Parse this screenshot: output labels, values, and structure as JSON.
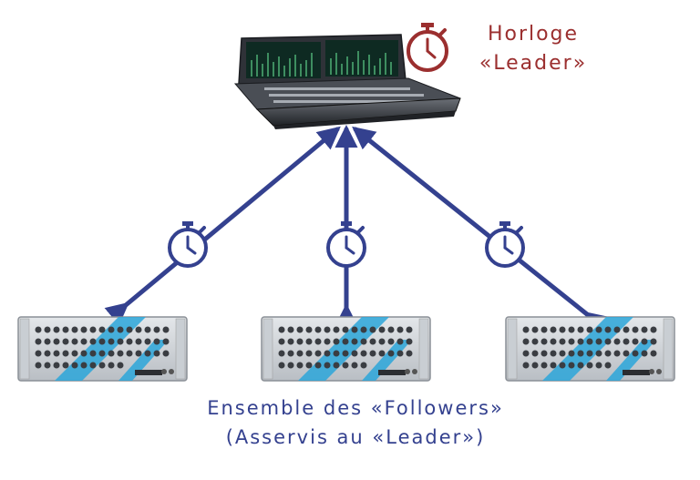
{
  "leader": {
    "title_line1": "Horloge",
    "title_line2": "«Leader»",
    "color": "#9b2f2f"
  },
  "followers": {
    "title_line1": "Ensemble des «Followers»",
    "title_line2": "(Asservis au «Leader»)",
    "color": "#34418f",
    "units": [
      {
        "name": "follower-stagebox-left"
      },
      {
        "name": "follower-stagebox-center"
      },
      {
        "name": "follower-stagebox-right"
      }
    ]
  },
  "icons": [
    "mixing-console-image",
    "stopwatch-icon",
    "arrow-icon",
    "stagebox-image"
  ]
}
